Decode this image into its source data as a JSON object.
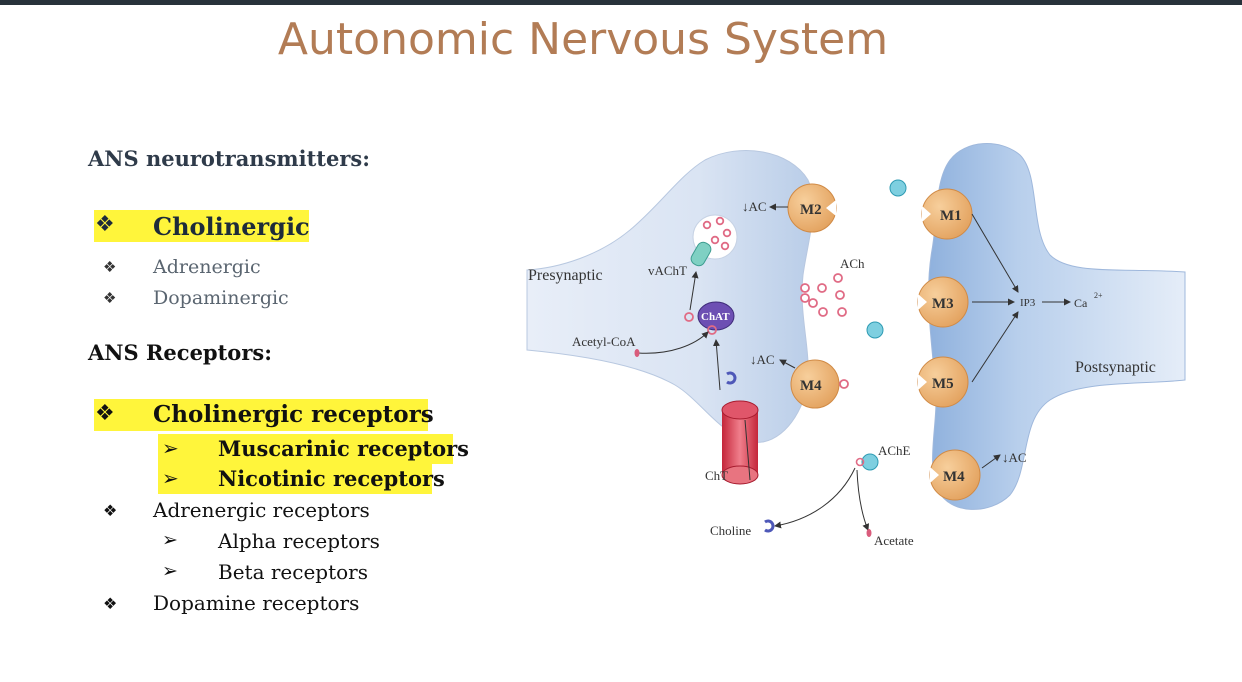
{
  "slide": {
    "title": "Autonomic Nervous System"
  },
  "left": {
    "nt_heading": "ANS neurotransmitters:",
    "nt_items": [
      "Cholinergic",
      "Adrenergic",
      "Dopaminergic"
    ],
    "rec_heading": "ANS Receptors:",
    "rec_items": {
      "cholinergic": "Cholinergic receptors",
      "muscarinic": "Muscarinic receptors",
      "nicotinic": "Nicotinic receptors",
      "adrenergic": "Adrenergic receptors",
      "alpha": "Alpha receptors",
      "beta": "Beta receptors",
      "dopamine": "Dopamine receptors"
    },
    "diamond": "❖",
    "arrow": "➢"
  },
  "diagram": {
    "presynaptic": "Presynaptic",
    "postsynaptic": "Postsynaptic",
    "vacht": "vAChT",
    "chat": "ChAT",
    "acetylcoa": "Acetyl-CoA",
    "ach": "ACh",
    "iac1": "↓AC",
    "iac2": "↓AC",
    "iac3": "↓AC",
    "m2": "M2",
    "m4a": "M4",
    "m1": "M1",
    "m3": "M3",
    "m5": "M5",
    "m4b": "M4",
    "ip3": "IP3",
    "ca": "Ca",
    "ca_sup": "2+",
    "cht": "ChT",
    "ache": "AChE",
    "choline": "Choline",
    "acetate": "Acetate"
  }
}
